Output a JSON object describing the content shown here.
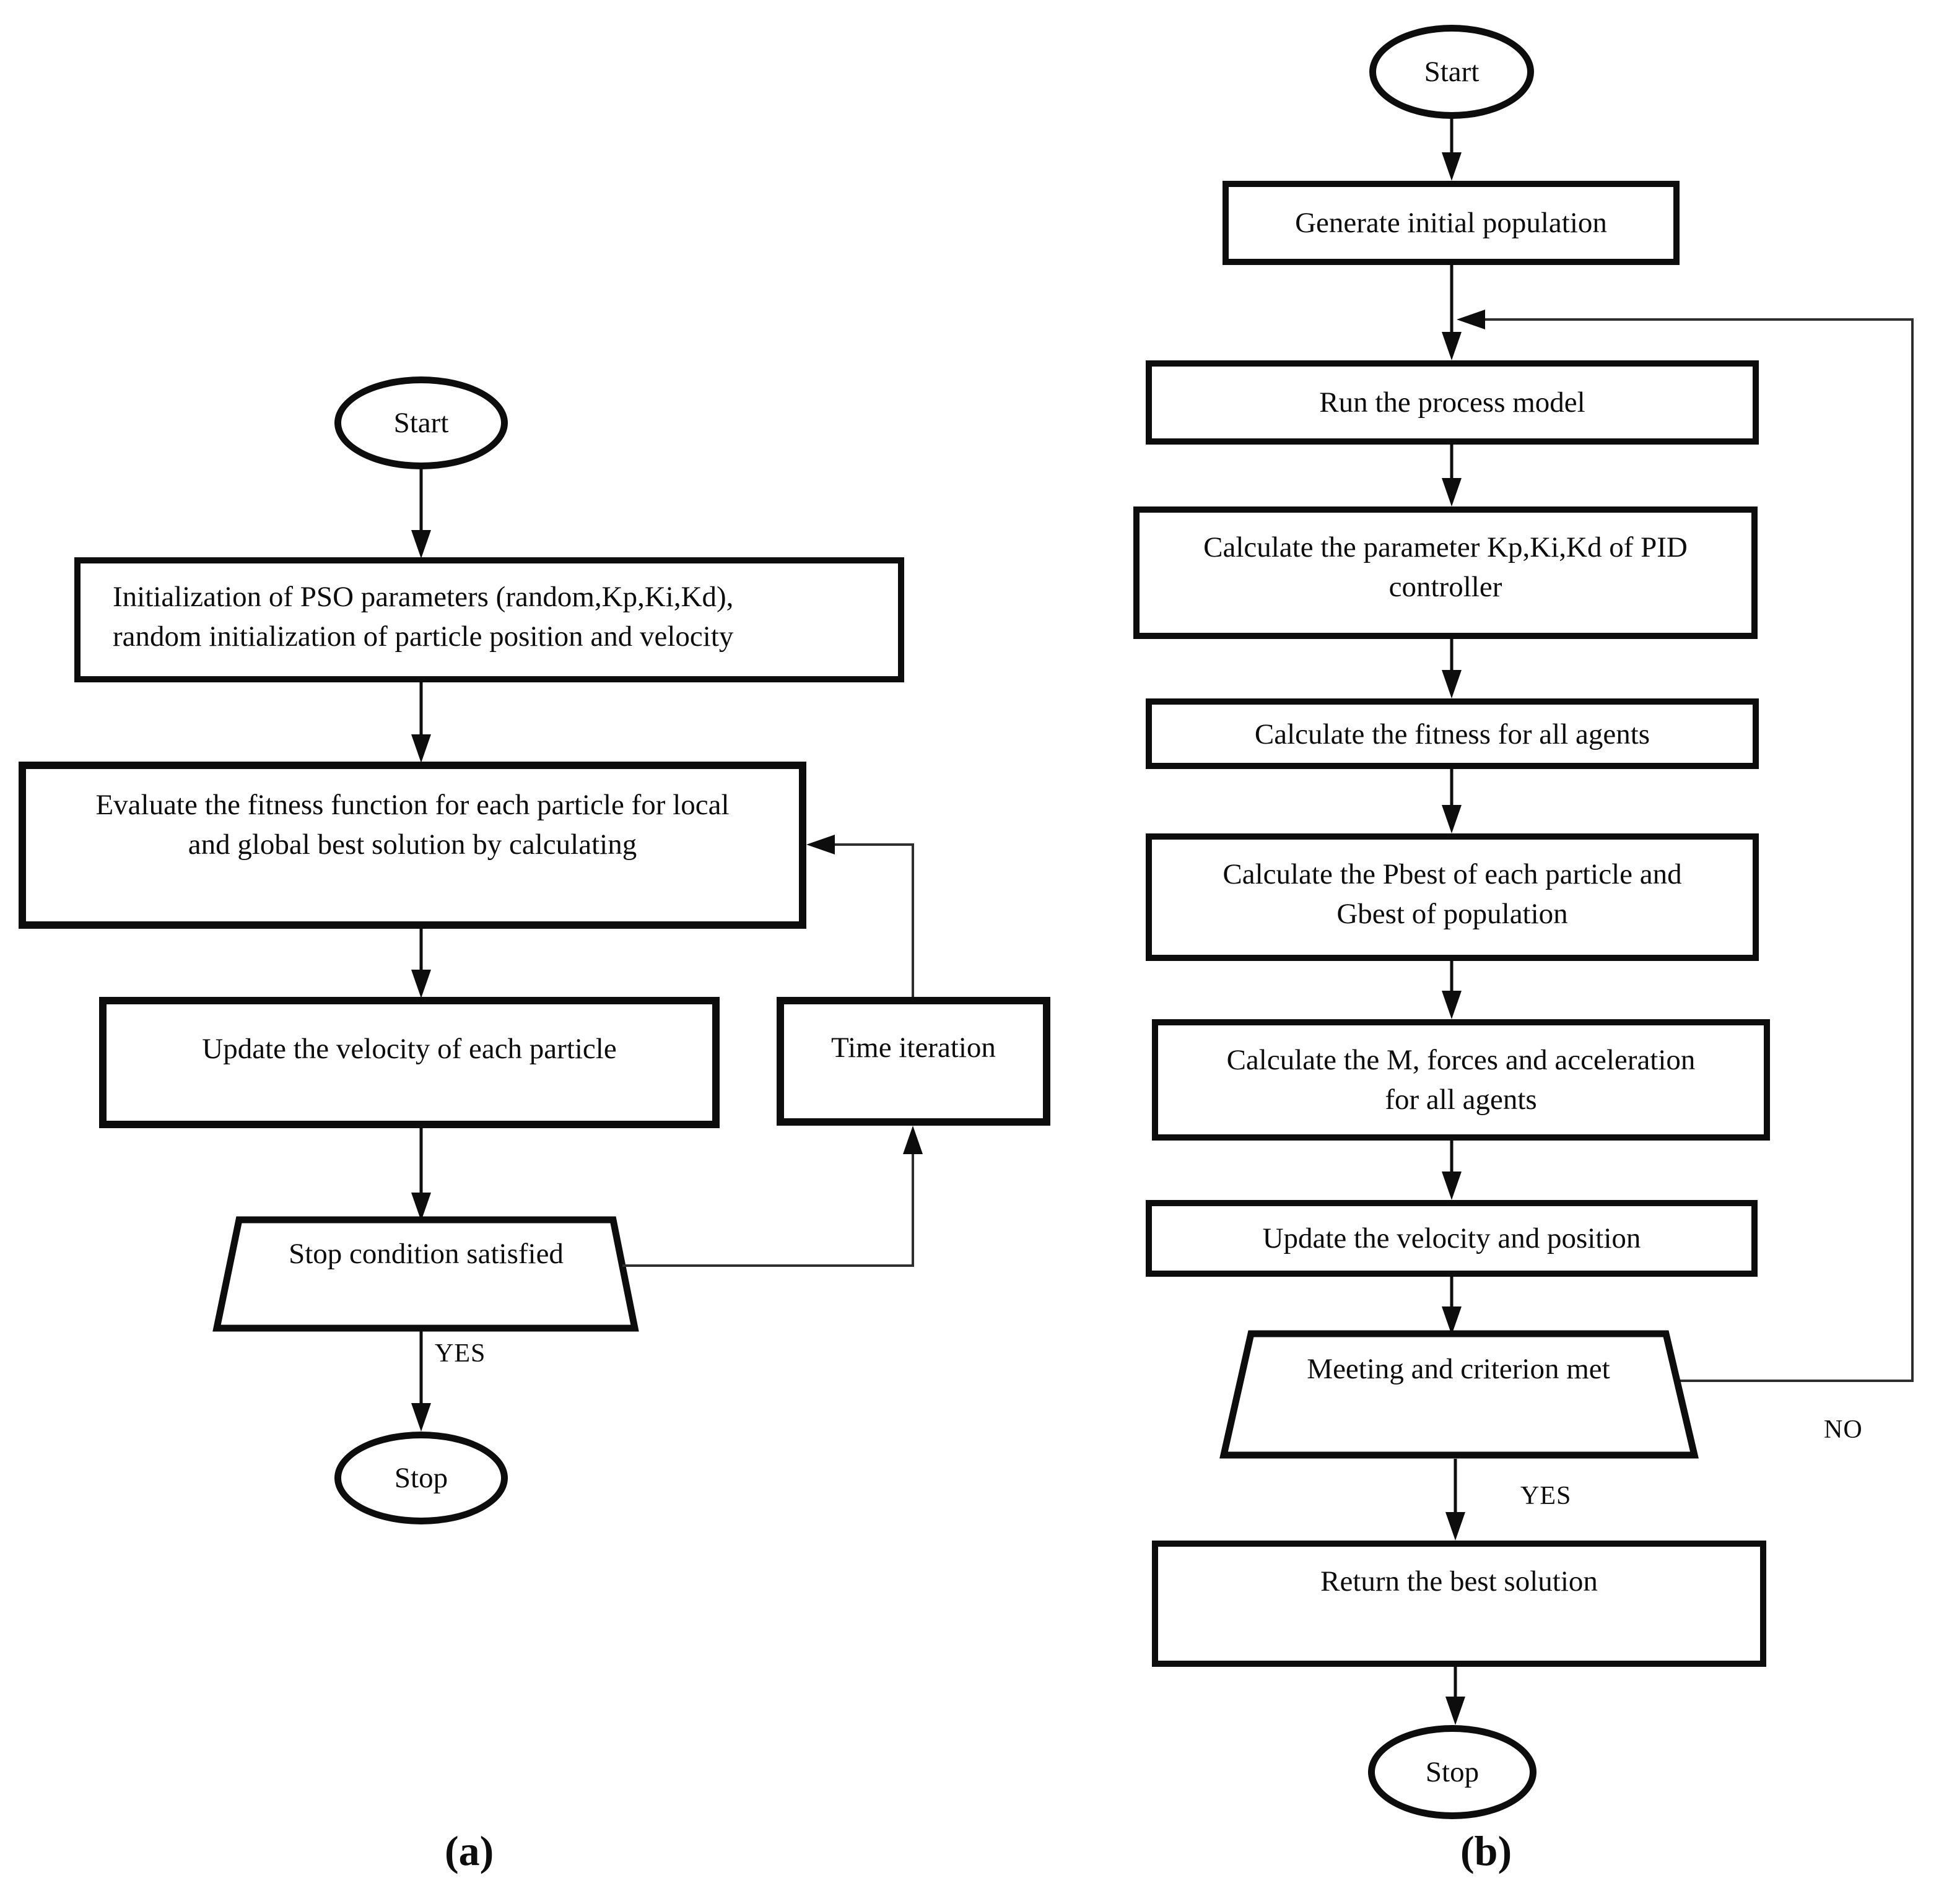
{
  "figure": {
    "panel_a_label": "(a)",
    "panel_b_label": "(b)"
  },
  "colors": {
    "ink": "#0d0d0d",
    "background": "#ffffff"
  },
  "flowchart_a": {
    "start": "Start",
    "init_line1": "Initialization of PSO parameters (random,Kp,Ki,Kd),",
    "init_line2": "random initialization of particle position and velocity",
    "evaluate_line1": "Evaluate the fitness function for each particle for local",
    "evaluate_line2": "and global best solution by calculating",
    "update_velocity": "Update the velocity of each particle",
    "time_iteration": "Time iteration",
    "stop_condition": "Stop condition satisfied",
    "yes_label": "YES",
    "stop": "Stop"
  },
  "flowchart_b": {
    "start": "Start",
    "generate": "Generate initial population",
    "run_model": "Run the process model",
    "param_line1": "Calculate the parameter Kp,Ki,Kd of PID",
    "param_line2": "controller",
    "fitness": "Calculate the fitness for all agents",
    "pbest_line1": "Calculate the Pbest of each particle and",
    "pbest_line2": "Gbest of population",
    "forces_line1": "Calculate the M, forces and acceleration",
    "forces_line2": "for all agents",
    "update_vp": "Update the velocity and position",
    "meeting": "Meeting and criterion met",
    "no_label": "NO",
    "yes_label": "YES",
    "return_best": "Return the best solution",
    "stop": "Stop"
  }
}
